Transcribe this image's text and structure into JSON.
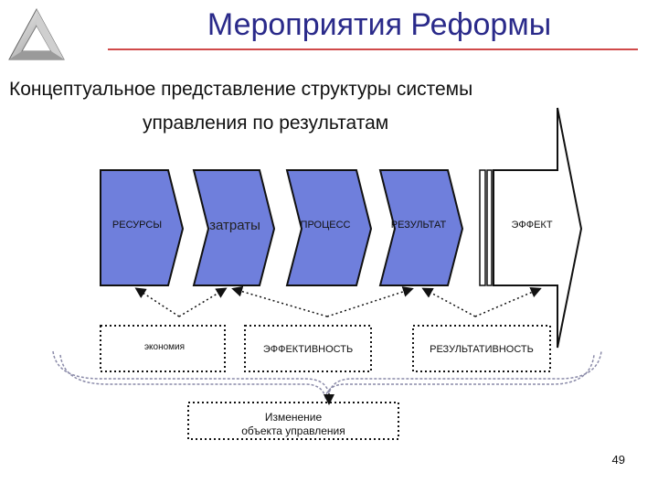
{
  "header": {
    "title": "Мероприятия Реформы",
    "subtitle_line1": "Концептуальное представление структуры системы",
    "subtitle_line2": "управления по результатам",
    "logo_icon": "impossible-triangle-icon"
  },
  "chain": {
    "stages": [
      {
        "label": "РЕСУРСЫ"
      },
      {
        "label": "затраты"
      },
      {
        "label": "ПРОЦЕСС"
      },
      {
        "label": "РЕЗУЛЬТАТ"
      },
      {
        "label": "ЭФФЕКТ"
      }
    ],
    "colors": {
      "stage_fill": "#6f7fdc",
      "stage_stroke": "#111111",
      "effect_fill": "#ffffff"
    }
  },
  "measures": {
    "economy": "экономия",
    "efficiency": "ЭФФЕКТИВНОСТЬ",
    "effectiveness": "РЕЗУЛЬТАТИВНОСТЬ"
  },
  "bottom_box": {
    "line1": "Изменение",
    "line2": "объекта управления"
  },
  "footer": {
    "page_number": "49"
  }
}
